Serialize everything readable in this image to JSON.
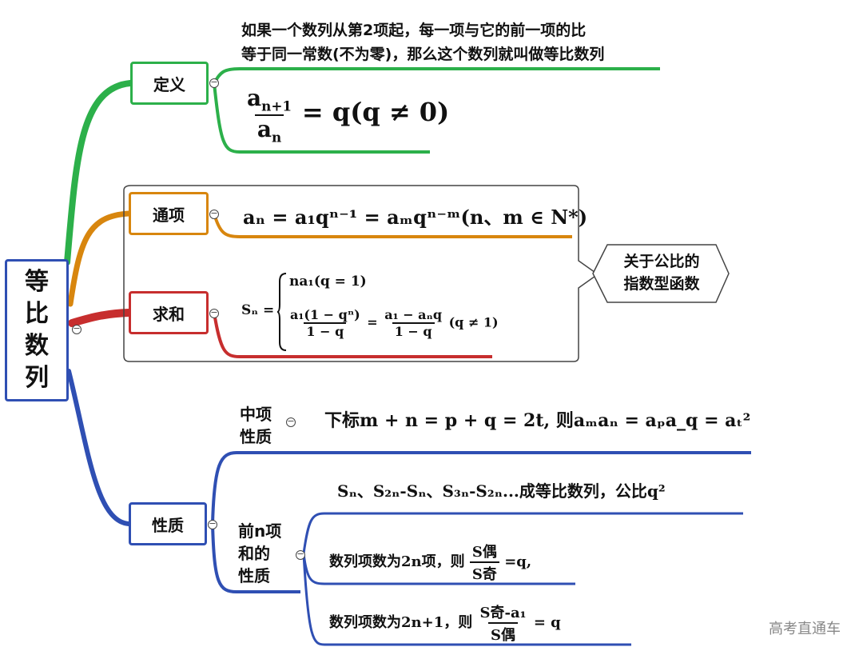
{
  "root": {
    "chars": [
      "等",
      "比",
      "数",
      "列"
    ]
  },
  "definition": {
    "label": "定义",
    "text_line1": "如果一个数列从第2项起，每一项与它的前一项的比",
    "text_line2": "等于同一常数(不为零)，那么这个数列就叫做等比数列",
    "formula_num": "a",
    "formula_num_sub": "n+1",
    "formula_den": "a",
    "formula_den_sub": "n",
    "formula_rhs": "= q(q ≠ 0)"
  },
  "general_term": {
    "label": "通项",
    "formula": "aₙ = a₁qⁿ⁻¹ = aₘqⁿ⁻ᵐ(n、m ∈ N*)"
  },
  "sum": {
    "label": "求和",
    "lhs": "Sₙ =",
    "case1": "na₁(q = 1)",
    "case2_frac1_num": "a₁(1 − qⁿ)",
    "case2_frac1_den": "1 − q",
    "case2_eq": "=",
    "case2_frac2_num": "a₁ − aₙq",
    "case2_frac2_den": "1 − q",
    "case2_cond": "(q ≠ 1)"
  },
  "callout": {
    "line1": "关于公比的",
    "line2": "指数型函数"
  },
  "properties": {
    "label": "性质",
    "middle": {
      "label_line1": "中项",
      "label_line2": "性质",
      "formula": "下标m + n = p + q = 2t, 则aₘaₙ = aₚa_q = aₜ²"
    },
    "partial": {
      "label_line1": "前n项",
      "label_line2": "和的",
      "label_line3": "性质",
      "item1": "Sₙ、S₂ₙ-Sₙ、S₃ₙ-S₂ₙ...成等比数列，公比q²",
      "item2_prefix": "数列项数为2n项，则",
      "item2_num": "S偶",
      "item2_den": "S奇",
      "item2_suffix": "=q,",
      "item3_prefix": "数列项数为2n+1，则",
      "item3_num": "S奇-a₁",
      "item3_den": "S偶",
      "item3_suffix": "= q"
    }
  },
  "watermark": "高考直通车",
  "colors": {
    "definition": "#2cb04a",
    "general_term": "#d8860e",
    "sum": "#c72e2e",
    "properties": "#2f4fb3"
  }
}
